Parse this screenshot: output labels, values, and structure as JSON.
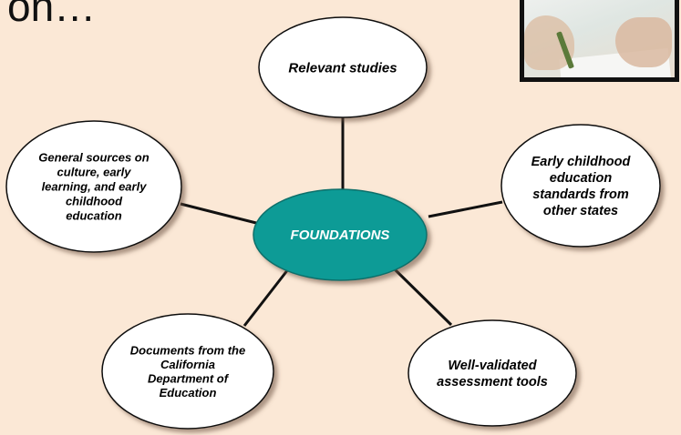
{
  "heading": "on…",
  "center": {
    "label": "FOUNDATIONS"
  },
  "nodes": [
    {
      "id": "relevant-studies",
      "lines": [
        "Relevant studies"
      ]
    },
    {
      "id": "standards-other-states",
      "lines": [
        "Early childhood",
        "education",
        "standards from",
        "other states"
      ]
    },
    {
      "id": "assessment-tools",
      "lines": [
        "Well-validated",
        "assessment tools"
      ]
    },
    {
      "id": "cde-documents",
      "lines": [
        "Documents from the",
        "California",
        "Department of",
        "Education"
      ]
    },
    {
      "id": "general-sources",
      "lines": [
        "General sources on",
        "culture, early",
        "learning, and early",
        "childhood",
        "education"
      ]
    }
  ],
  "colors": {
    "background": "#fbe8d6",
    "center_fill": "#0f9b96",
    "center_text": "#ffffff",
    "node_fill": "#ffffff",
    "stroke": "#111111"
  }
}
